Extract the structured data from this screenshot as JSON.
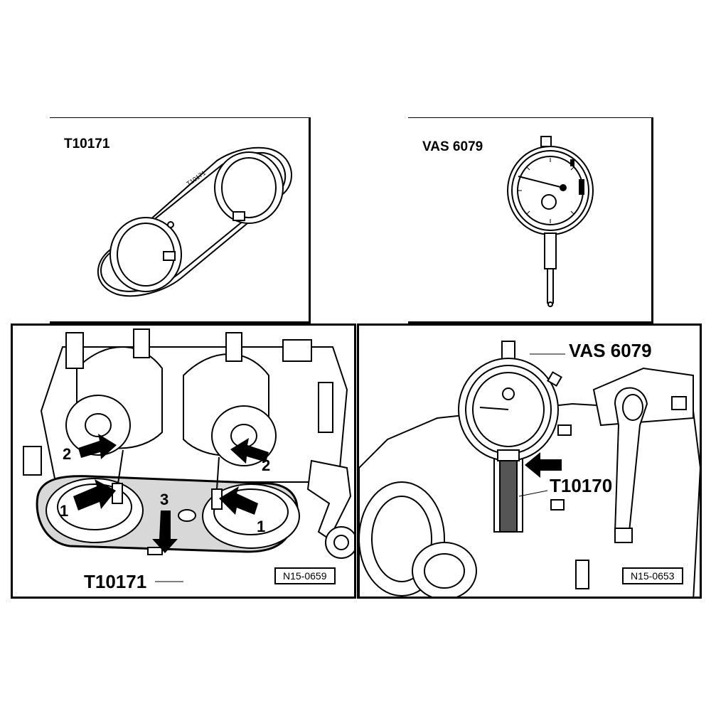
{
  "panels": {
    "tool_ring_gauge": {
      "title": "T10171"
    },
    "tool_dial_gauge": {
      "title": "VAS 6079"
    },
    "camshaft_detail": {
      "tool_label": "T10171",
      "ref": "N15-0659",
      "markers": {
        "m1_left": "1",
        "m1_right": "1",
        "m2_left": "2",
        "m2_right": "2",
        "m3": "3"
      }
    },
    "gauge_detail": {
      "gauge_label": "VAS 6079",
      "adapter_label": "T10170",
      "ref": "N15-0653"
    }
  },
  "icons": [
    "arrow-icon",
    "dial-gauge-icon",
    "ring-tool-icon"
  ],
  "colors": {
    "line": "#000000",
    "highlight": "#d8d8d8",
    "background": "#ffffff"
  }
}
